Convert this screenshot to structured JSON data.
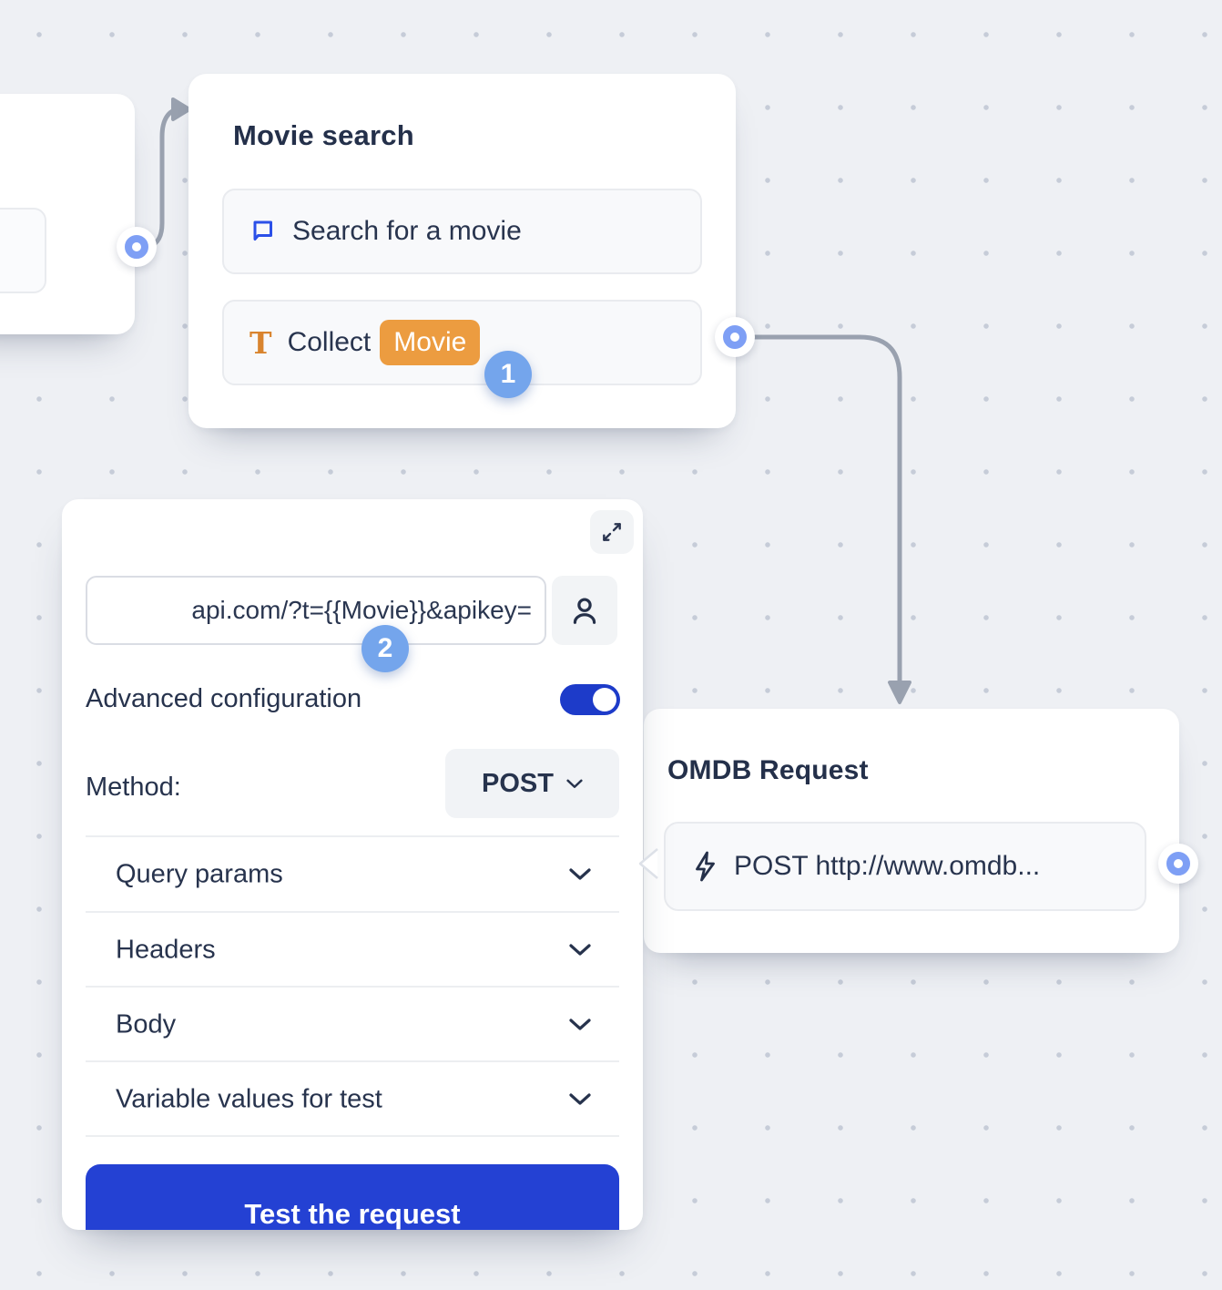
{
  "canvas": {
    "background_color": "#eef0f4",
    "dot_color": "#c6ccd8",
    "connector_color": "#99a1af"
  },
  "movie_search_node": {
    "title": "Movie search",
    "items": [
      {
        "icon": "chat-bubble-icon",
        "label": "Search for a movie"
      },
      {
        "icon": "text-input-icon",
        "label": "Collect",
        "variable_badge": "Movie",
        "badge_color": "#ec9c40"
      }
    ],
    "step_badge": "1"
  },
  "webhook_panel": {
    "url_value": "api.com/?t={{Movie}}&apikey=",
    "step_badge": "2",
    "advanced_configuration_label": "Advanced configuration",
    "advanced_configuration_enabled": true,
    "toggle_color": "#1d3bc9",
    "method_label": "Method:",
    "method_value": "POST",
    "sections": [
      "Query params",
      "Headers",
      "Body",
      "Variable values for test"
    ],
    "test_button_label": "Test the request"
  },
  "omdb_node": {
    "title": "OMDB Request",
    "items": [
      {
        "icon": "lightning-icon",
        "label": "POST http://www.omdb..."
      }
    ]
  },
  "accents": {
    "primary_blue": "#2441d3",
    "badge_blue": "#74a5ec",
    "port_blue": "#7e9ff5",
    "orange": "#ec9c40"
  }
}
